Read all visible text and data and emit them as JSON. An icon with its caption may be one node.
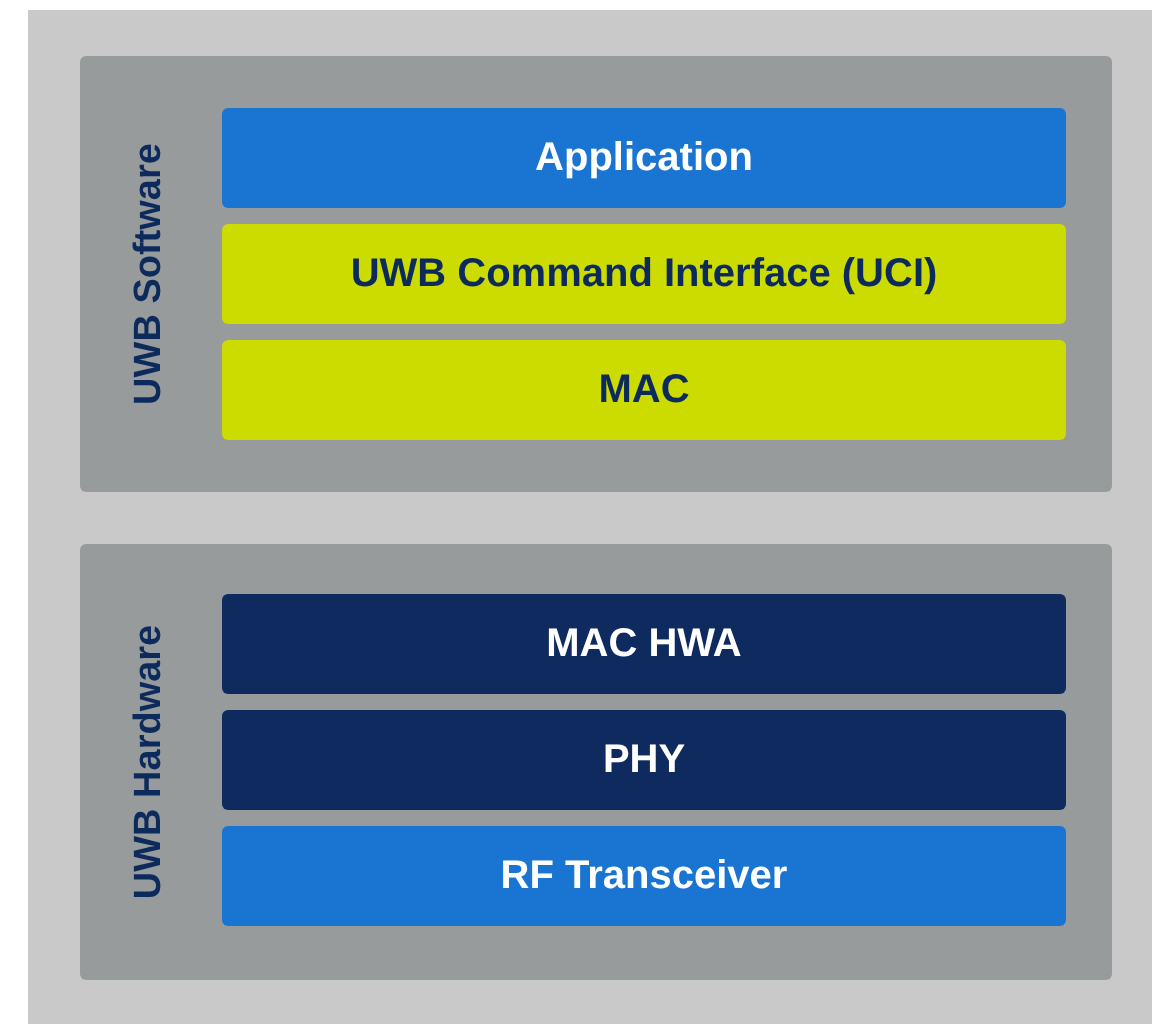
{
  "diagram": {
    "nodes": [
      {
        "text": [
          "UWB Software"
        ]
      },
      {
        "text": [
          "Application"
        ],
        "in": 0
      },
      {
        "text": [
          "UWB Command Interface (UCI)"
        ],
        "in": 0
      },
      {
        "text": [
          "MAC"
        ],
        "in": 0
      },
      {
        "text": [
          "UWB Hardware"
        ]
      },
      {
        "text": [
          "MAC HWA"
        ],
        "in": 4
      },
      {
        "text": [
          "PHY"
        ],
        "in": 4
      },
      {
        "text": [
          "RF Transceiver"
        ],
        "in": 4
      }
    ]
  }
}
